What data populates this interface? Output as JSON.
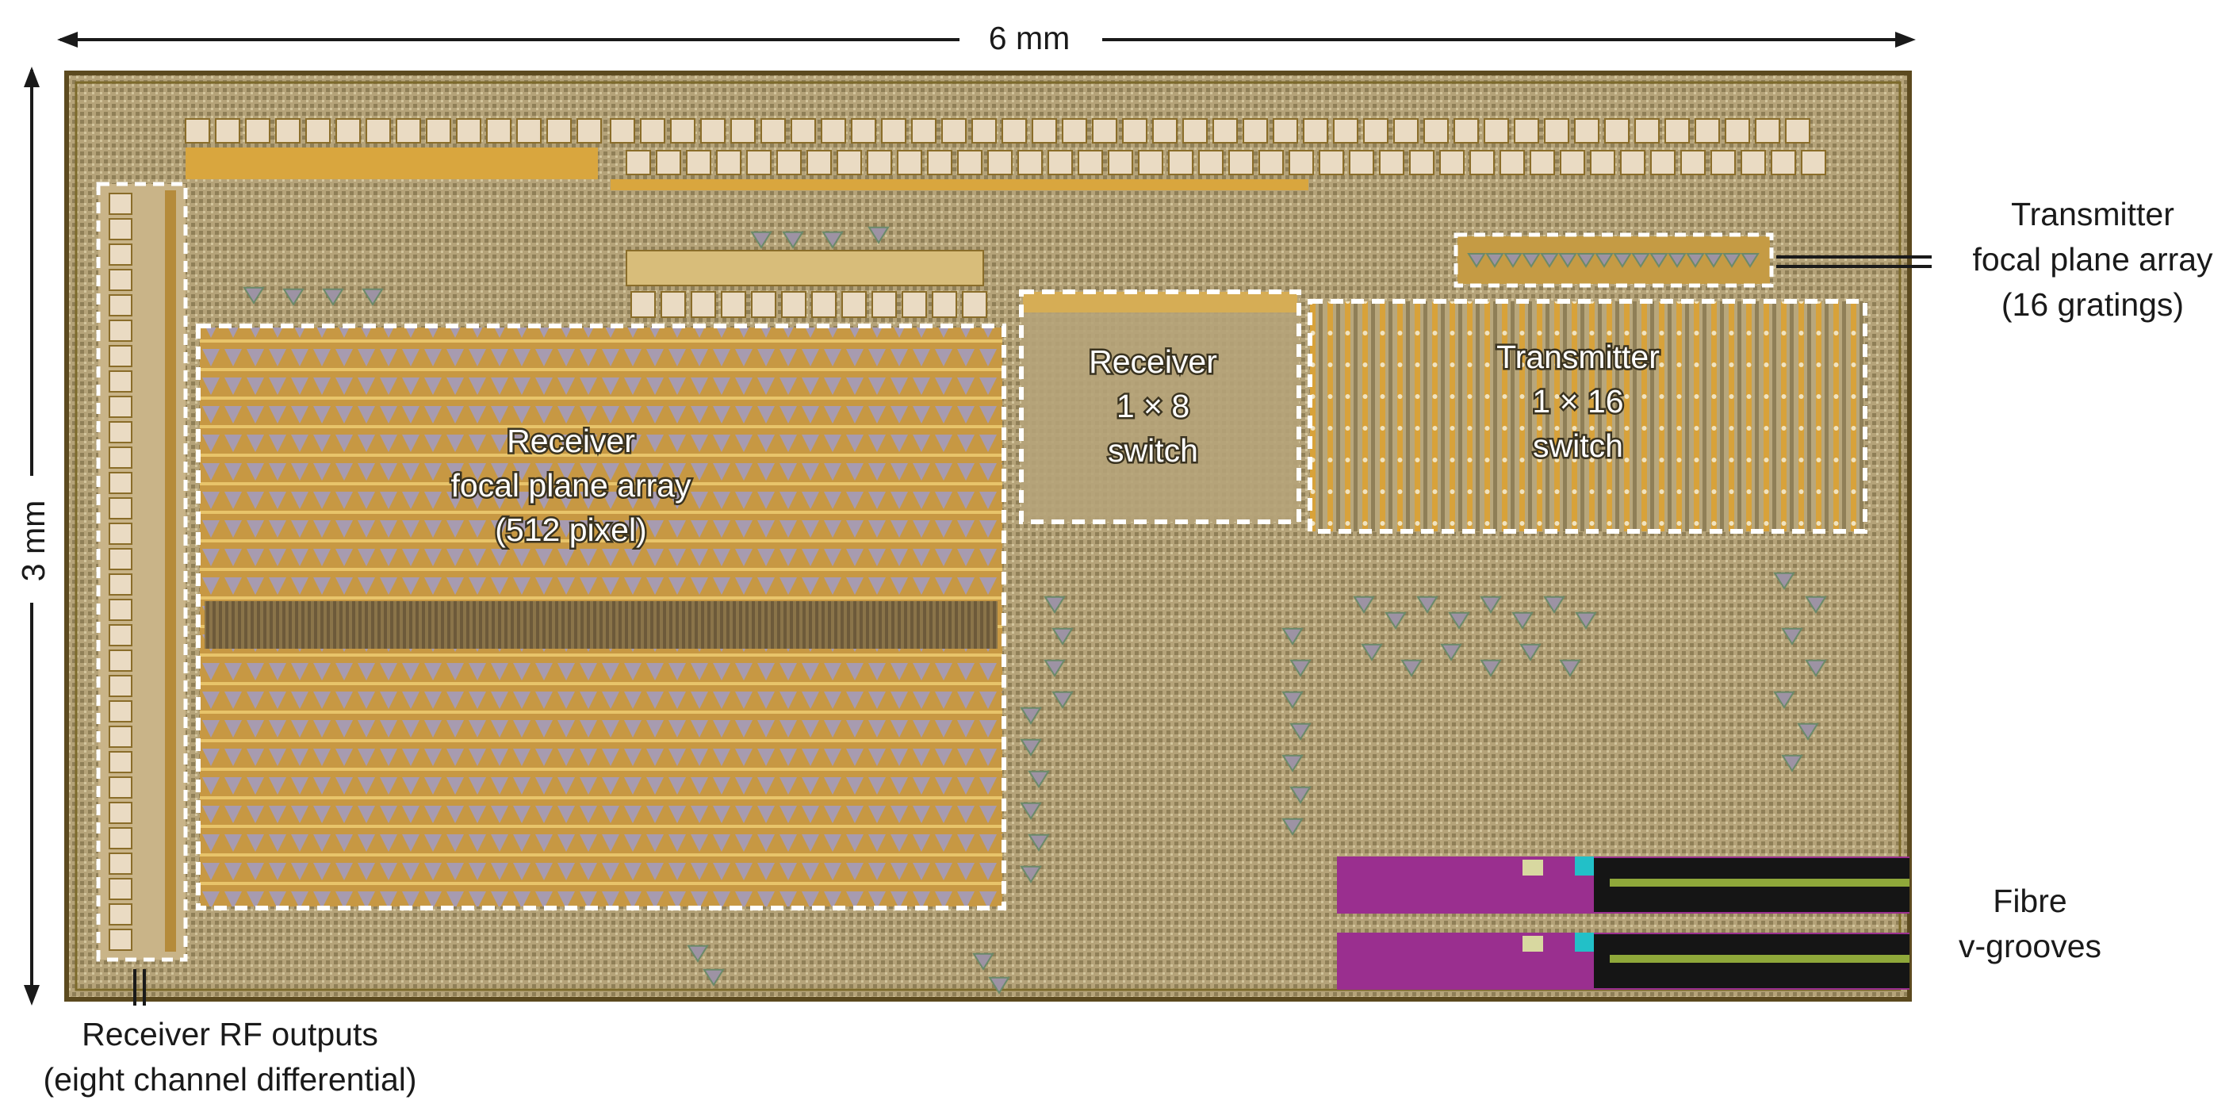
{
  "scale": {
    "width_label": "6 mm",
    "height_label": "3 mm"
  },
  "regions": {
    "receiver_fpa": [
      "Receiver",
      "focal plane array",
      "(512 pixel)"
    ],
    "receiver_switch": [
      "Receiver",
      "1 × 8",
      "switch"
    ],
    "transmitter_switch": [
      "Transmitter",
      "1 × 16",
      "switch"
    ]
  },
  "callouts": {
    "transmitter_fpa": [
      "Transmitter",
      "focal plane array",
      "(16 gratings)"
    ],
    "fibre": [
      "Fibre",
      "v-grooves"
    ],
    "rf_outputs": [
      "Receiver RF outputs",
      "(eight channel differential)"
    ]
  },
  "colors": {
    "die_base": "#b8a77c",
    "pad": "#eadbc3",
    "gold": "#d9a63e",
    "grating": "#9d93a4",
    "grating_fill": "#c99a49",
    "magenta": "#9a2f8f",
    "dashed": "#ffffff"
  }
}
